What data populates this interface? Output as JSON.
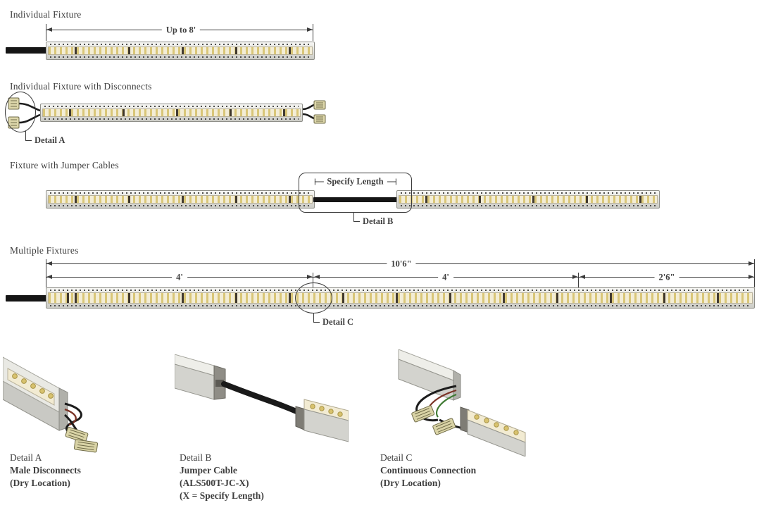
{
  "diagram": {
    "sections": {
      "individual": {
        "title": "Individual Fixture",
        "dimension_label": "Up to 8'"
      },
      "disconnects": {
        "title": "Individual Fixture with Disconnects",
        "detail_label": "Detail A"
      },
      "jumper": {
        "title": "Fixture with Jumper Cables",
        "length_label": "Specify Length",
        "detail_label": "Detail B"
      },
      "multiple": {
        "title": "Multiple Fixtures",
        "overall_dimension": "10'6\"",
        "segment_dimensions": [
          "4'",
          "4'",
          "2'6\""
        ],
        "detail_label": "Detail C"
      }
    },
    "legend": {
      "detail_a": {
        "label": "Detail A",
        "title": "Male Disconnects",
        "note": "(Dry Location)"
      },
      "detail_b": {
        "label": "Detail B",
        "title": "Jumper Cable",
        "model": "(ALS500T-JC-X)",
        "note": "(X = Specify Length)"
      },
      "detail_c": {
        "label": "Detail C",
        "title": "Continuous Connection",
        "note": "(Dry Location)"
      }
    },
    "colors": {
      "line": "#3c3c3c",
      "text": "#3f3f3f",
      "fixture_silver": "#e3e3df",
      "led_amber": "#d9c678",
      "connector_tan": "#d9d3a6",
      "cable_black": "#151515"
    }
  }
}
